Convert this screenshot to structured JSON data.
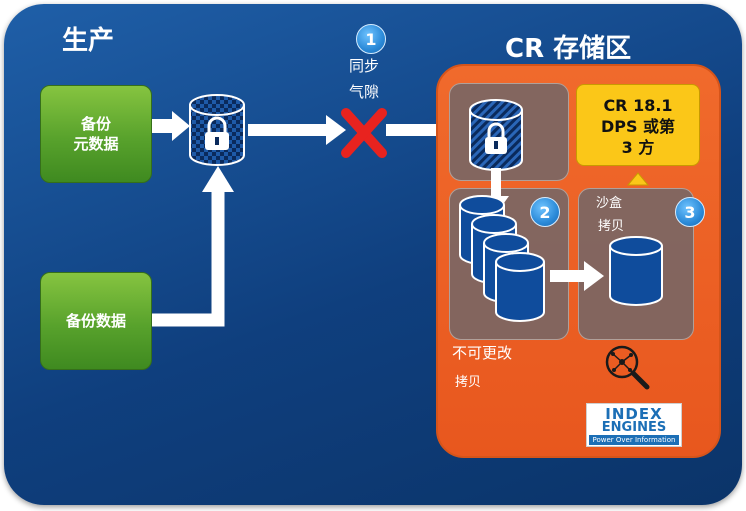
{
  "production": {
    "title": "生产"
  },
  "storage": {
    "title": "CR 存储区"
  },
  "backup_metadata": {
    "line1": "备份",
    "line2": "元数据"
  },
  "backup_data": {
    "label": "备份数据"
  },
  "sync_gap": {
    "number": "1",
    "line1": "同步",
    "line2": "气隙"
  },
  "immutable": {
    "number": "2",
    "line1": "不可更改",
    "line2": "拷贝"
  },
  "sandbox": {
    "number": "3",
    "line1": "沙盒",
    "line2": "拷贝"
  },
  "dps": {
    "line1": "CR 18.1",
    "line2": "DPS 或第",
    "line3": "3 方"
  },
  "logo": {
    "line1": "INDEX",
    "line2": "ENGINES",
    "tagline": "Power Over Information"
  },
  "colors": {
    "background": "#1a4f92",
    "storage": "#ee6322",
    "green": "#5aa82e",
    "yellow": "#fbc718",
    "cylinder": "#0f4c9c",
    "cross": "#e8231f"
  }
}
